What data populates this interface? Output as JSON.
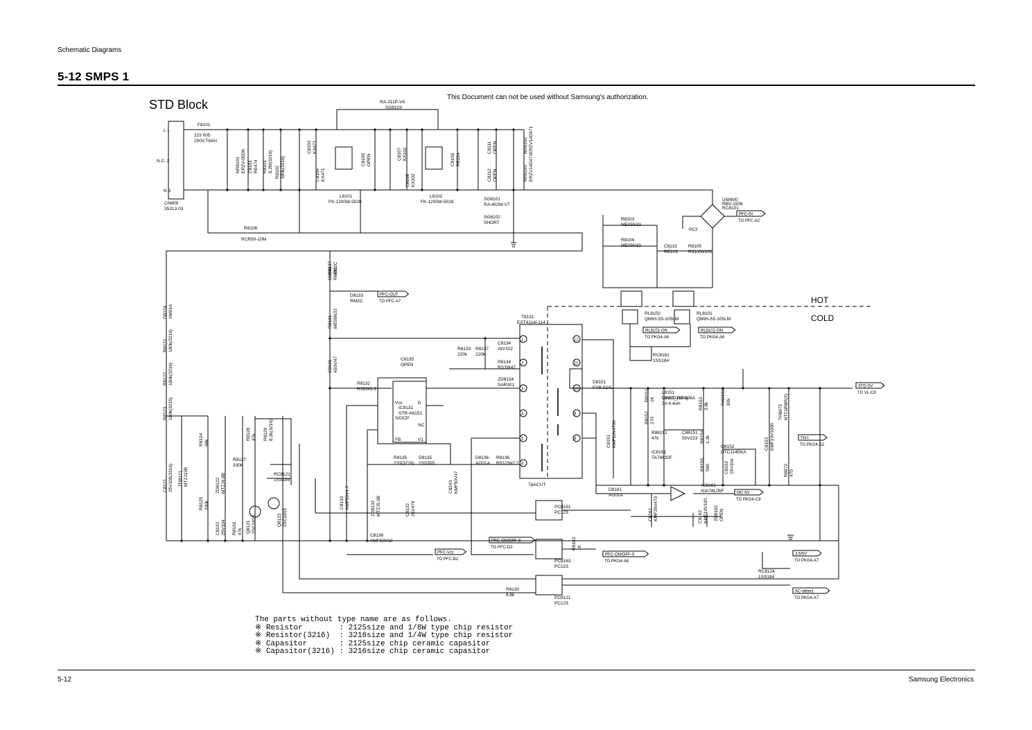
{
  "header": {
    "section": "Schematic Diagrams",
    "title": "5-12 SMPS 1"
  },
  "footer": {
    "page": "5-12",
    "company": "Samsung Electronics"
  },
  "diagram": {
    "block_title": "STD Block",
    "authorization_note": "This Document can not be used without Samsung's authorization.",
    "zones": {
      "hot": "HOT",
      "cold": "COLD"
    },
    "connector": {
      "ref": "CN809",
      "part": "35313-03",
      "pins": [
        "L 1",
        "N.C. 2",
        "N 3"
      ]
    },
    "input_section": {
      "fuse": [
        "F8101",
        "215 005",
        "250V,T8AH"
      ],
      "relay_top": [
        "RA-311P-V8",
        "SG8103"
      ],
      "parts": [
        [
          "NR8101",
          "ERZV-05DK"
        ],
        [
          "C8101",
          "RE474"
        ],
        [
          "R8101",
          "8.2M(3216)"
        ],
        [
          "R8102",
          "390k(3216)"
        ],
        [
          "C8103",
          "KX471"
        ],
        [
          "C8104",
          "KX471"
        ],
        [
          "C8105",
          "OPEN"
        ],
        [
          "C8107",
          "KX102"
        ],
        [
          "C8108",
          "KX102"
        ],
        [
          "C8109",
          "RE224"
        ],
        [
          "C8111",
          "OPEN"
        ],
        [
          "C8112",
          "OPEN"
        ],
        [
          "NR8102",
          "ERZV14D471"
        ],
        [
          "NR8103",
          "ERZV14D471"
        ]
      ],
      "filters": [
        [
          "L8101",
          "FK-1200W-5020"
        ],
        [
          "L8102",
          "FK-1200W-5026"
        ]
      ],
      "arrestors": [
        [
          "SG8101",
          "RA-402M-V7"
        ],
        [
          "SG8102",
          "SHORT"
        ]
      ],
      "bleed_resistor": [
        "R8106",
        "RCR50-10M"
      ],
      "bridge": [
        "U58900",
        "RBV-1506",
        "RC8101"
      ],
      "pc2": "PC2",
      "ntc": [
        [
          "R8103",
          "ME05N33"
        ],
        [
          "R8104",
          "ME05N33"
        ]
      ],
      "snubber": [
        [
          "C8113",
          "RE103"
        ],
        [
          "R8105",
          "R31/2W100"
        ]
      ],
      "relays": [
        [
          "RL8102",
          "QMIH-S5-105LM"
        ],
        [
          "RL8101",
          "QMIH-S5-105LM"
        ]
      ],
      "relay_diode": [
        "RC8181",
        "1SS184"
      ]
    },
    "primary": {
      "parts": [
        [
          "D8137",
          "RM2C"
        ],
        [
          "D8131",
          "RM2C"
        ],
        [
          "D8133",
          "RM2C"
        ],
        [
          "R8131",
          "ME05N33"
        ],
        [
          "C8131",
          "450V/47"
        ],
        [
          "D8124",
          "AM01A"
        ],
        [
          "R8121",
          "180k(3216)"
        ],
        [
          "R8122",
          "180k(3216)"
        ],
        [
          "R8123",
          "180k(3216)"
        ],
        [
          "C8121",
          "25V105(3216)"
        ],
        [
          "ZD8121",
          "MTZJ15B"
        ],
        [
          "R8124",
          "68k"
        ],
        [
          "R8125",
          "330k"
        ],
        [
          "C8122",
          "25V104"
        ],
        [
          "R8126",
          "47k"
        ],
        [
          "ZD8122",
          "MTZJ6.8B"
        ],
        [
          "R8127",
          "330k"
        ],
        [
          "R8128",
          "47k"
        ],
        [
          "R8129",
          "8.2k(3216)"
        ],
        [
          "Q8121",
          "2SC1815"
        ],
        [
          "Q8122",
          "2SC1815"
        ],
        [
          "RC8121",
          "1SS184"
        ],
        [
          "R8132",
          "RS2W3.3"
        ],
        [
          "C8135",
          "OPEN"
        ],
        [
          "R8133",
          "220k"
        ],
        [
          "R8137",
          "220k"
        ],
        [
          "C8134",
          "2kV102"
        ],
        [
          "R8134",
          "RS2W47"
        ],
        [
          "ZD8134",
          "SAR301"
        ],
        [
          "R8135",
          "220(3216)"
        ],
        [
          "D8135",
          "1SS355"
        ],
        [
          "D8136",
          "AG01A"
        ],
        [
          "R8136",
          "R51/2W2.2"
        ],
        [
          "C8133",
          "KMF50V4.7"
        ],
        [
          "ZD8132",
          "MTZJ5.6B"
        ],
        [
          "C8132",
          "25V479"
        ],
        [
          "C8136",
          "KMF50V10"
        ],
        [
          "C8243",
          "KMF50V47"
        ],
        [
          "R8130",
          "6.8k"
        ]
      ],
      "ic": {
        "ref": "IC8131",
        "part": "STR-A6151",
        "pins": [
          "Vcc",
          "S/OCP",
          "FB",
          "D",
          "V1",
          "NC"
        ]
      },
      "transformer": {
        "ref": "T8131",
        "part": "EXT4114I-114",
        "note": "7pinCUT",
        "pins": [
          "1",
          "2",
          "3",
          "4",
          "5",
          "6",
          "8",
          "9",
          "10",
          "11",
          "12"
        ]
      }
    },
    "secondary": {
      "parts": [
        [
          "D8151",
          "FYB-014L"
        ],
        [
          "L8151",
          "CX470357-006A"
        ],
        [
          "L8151_rating",
          "3A 4.4uH"
        ],
        [
          "C8151",
          "KMF10V4700"
        ],
        [
          "R8151",
          "1K"
        ],
        [
          "R8152",
          "270"
        ],
        [
          "R8153",
          "3.9k"
        ],
        [
          "RX8152",
          "82k"
        ],
        [
          "R88151",
          "47k"
        ],
        [
          "C88151",
          "50V223"
        ],
        [
          "R8154",
          "1.2k"
        ],
        [
          "R8155",
          "560"
        ],
        [
          "IC8151",
          "TA78432F"
        ],
        [
          "Q8152",
          "DTC114EKA"
        ],
        [
          "C8152",
          "25V104"
        ],
        [
          "C8153",
          "KMF10V1000"
        ],
        [
          "TH8972",
          "NTC6R8P(X)"
        ],
        [
          "R8972",
          "470"
        ],
        [
          "D8161",
          "AG01A"
        ],
        [
          "IC8161",
          "KIA78L05F"
        ],
        [
          "C8161",
          "KMF35V470"
        ],
        [
          "C8162",
          "KMF10V100"
        ],
        [
          "ZD8162",
          "OPEN"
        ],
        [
          "RC8124",
          "1SS184"
        ]
      ],
      "optos": [
        [
          "PC8151",
          "PC123"
        ],
        [
          "PC8163",
          "PC123"
        ],
        [
          "PC8121",
          "PC123"
        ]
      ],
      "opto_resistor": [
        "R8163",
        "1K"
      ]
    },
    "signals": [
      {
        "name": "PFC-IN",
        "to": "TO PFC-A2"
      },
      {
        "name": "PFC-OUT",
        "to": "TO PFC-A7"
      },
      {
        "name": "RL8102-ON",
        "to": "TO PKG4-A6"
      },
      {
        "name": "RL8101-ON",
        "to": "TO PKG4-A6"
      },
      {
        "name": "STD-5V",
        "to": "TO VL-C8"
      },
      {
        "name": "TH-I",
        "to": "TO PKG4-A2"
      },
      {
        "name": "MC-5V",
        "to": "TO PKG4-C8"
      },
      {
        "name": "PFC-Vcc",
        "to": "TO PFC-B2"
      },
      {
        "name": "PFC-ON/OFF-S",
        "to": "TO PFC-D2"
      },
      {
        "name": "PFC-ON/OFF-S",
        "to": "TO PKG4-A6"
      },
      {
        "name": "3.5/5V",
        "to": "TO PKG4-A7"
      },
      {
        "name": "AC-detect",
        "to": "TO PKG4-A7"
      }
    ]
  },
  "notes": {
    "intro": "The parts without type name are as follows.",
    "items": [
      "※ Resistor        : 2125size and 1/8W type chip resistor",
      "※ Resistor(3216)  : 3216size and 1/4W type chip resistor",
      "※ Capasitor       : 2125size chip ceramic capasitor",
      "※ Capasitor(3216) : 3216size chip ceramic capasitor"
    ]
  }
}
